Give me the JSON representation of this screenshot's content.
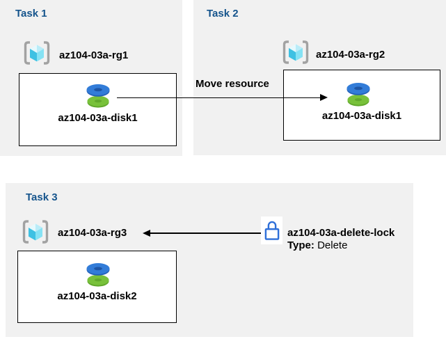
{
  "task1": {
    "title": "Task 1",
    "rg_label": "az104-03a-rg1",
    "disk_label": "az104-03a-disk1"
  },
  "task2": {
    "title": "Task 2",
    "rg_label": "az104-03a-rg2",
    "disk_label": "az104-03a-disk1"
  },
  "task3": {
    "title": "Task 3",
    "rg_label": "az104-03a-rg3",
    "disk_label": "az104-03a-disk2"
  },
  "move_arrow": {
    "label": "Move resource"
  },
  "lock": {
    "name": "az104-03a-delete-lock",
    "type_label": "Type:",
    "type_value": "Delete"
  },
  "icons": {
    "resource_group": "resource-group-icon",
    "disk": "disk-icon",
    "lock": "lock-icon"
  },
  "colors": {
    "panel_bg": "#f1f1f1",
    "title_blue": "#15548c",
    "disk_blue": "#327cd8",
    "disk_green": "#78c13a",
    "cube_left": "#3ec1e3",
    "cube_right": "#85e2f4",
    "bracket_gray": "#a2a2a2",
    "lock_blue": "#2e6fd8",
    "arrow_black": "#000000"
  }
}
